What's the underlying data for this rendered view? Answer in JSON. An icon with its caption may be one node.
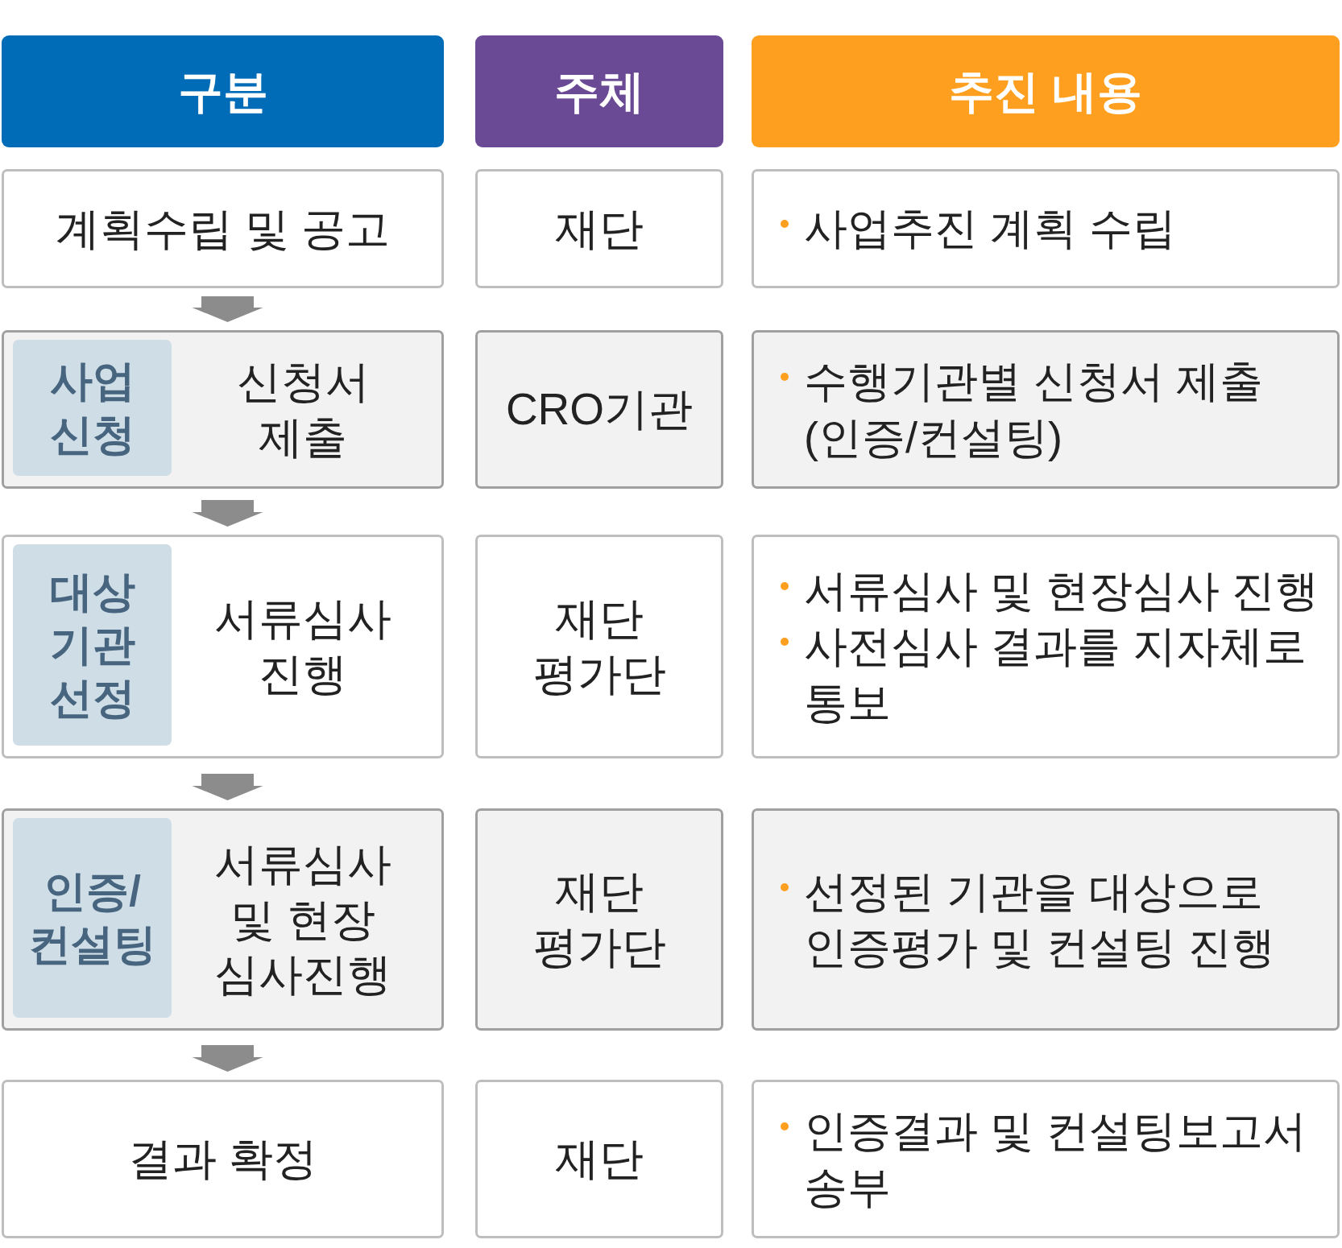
{
  "diagram": {
    "nodes": [
      {
        "text": [
          "구분"
        ]
      },
      {
        "text": [
          "주체"
        ]
      },
      {
        "text": [
          "추진 내용"
        ]
      },
      {
        "text": [
          "계획수립 및 공고"
        ]
      },
      {
        "text": [
          "재단"
        ]
      },
      {
        "text": [
          "사업추진 계획 수립"
        ]
      },
      {
        "text": [
          "신청서 제출"
        ]
      },
      {
        "text": [
          "사업 신청"
        ],
        "in": 6
      },
      {
        "text": [
          "CRO기관"
        ]
      },
      {
        "text": [
          "수행기관별 신청서 제출 (인증/컨설팅)"
        ]
      },
      {
        "text": [
          "서류심사 진행"
        ]
      },
      {
        "text": [
          "대상 기관 선정"
        ],
        "in": 10
      },
      {
        "text": [
          "재단 평가단"
        ]
      },
      {
        "text": [
          "서류심사 및 현장심사 진행",
          "사전심사 결과를 지자체로 통보"
        ]
      },
      {
        "text": [
          "서류심사 및 현장 심사진행"
        ]
      },
      {
        "text": [
          "인증/ 컨설팅"
        ],
        "in": 14
      },
      {
        "text": [
          "재단 평가단"
        ]
      },
      {
        "text": [
          "선정된 기관을 대상으로 인증평가 및 컨설팅 진행"
        ]
      },
      {
        "text": [
          "결과 확정"
        ]
      },
      {
        "text": [
          "재단"
        ]
      },
      {
        "text": [
          "인증결과 및 컨설팅보고서 송부"
        ]
      }
    ],
    "edges": [
      {
        "from": 3,
        "to": 6,
        "arrow": "to"
      },
      {
        "from": 6,
        "to": 10,
        "arrow": "to"
      },
      {
        "from": 10,
        "to": 14,
        "arrow": "to"
      },
      {
        "from": 14,
        "to": 18,
        "arrow": "to"
      }
    ]
  }
}
